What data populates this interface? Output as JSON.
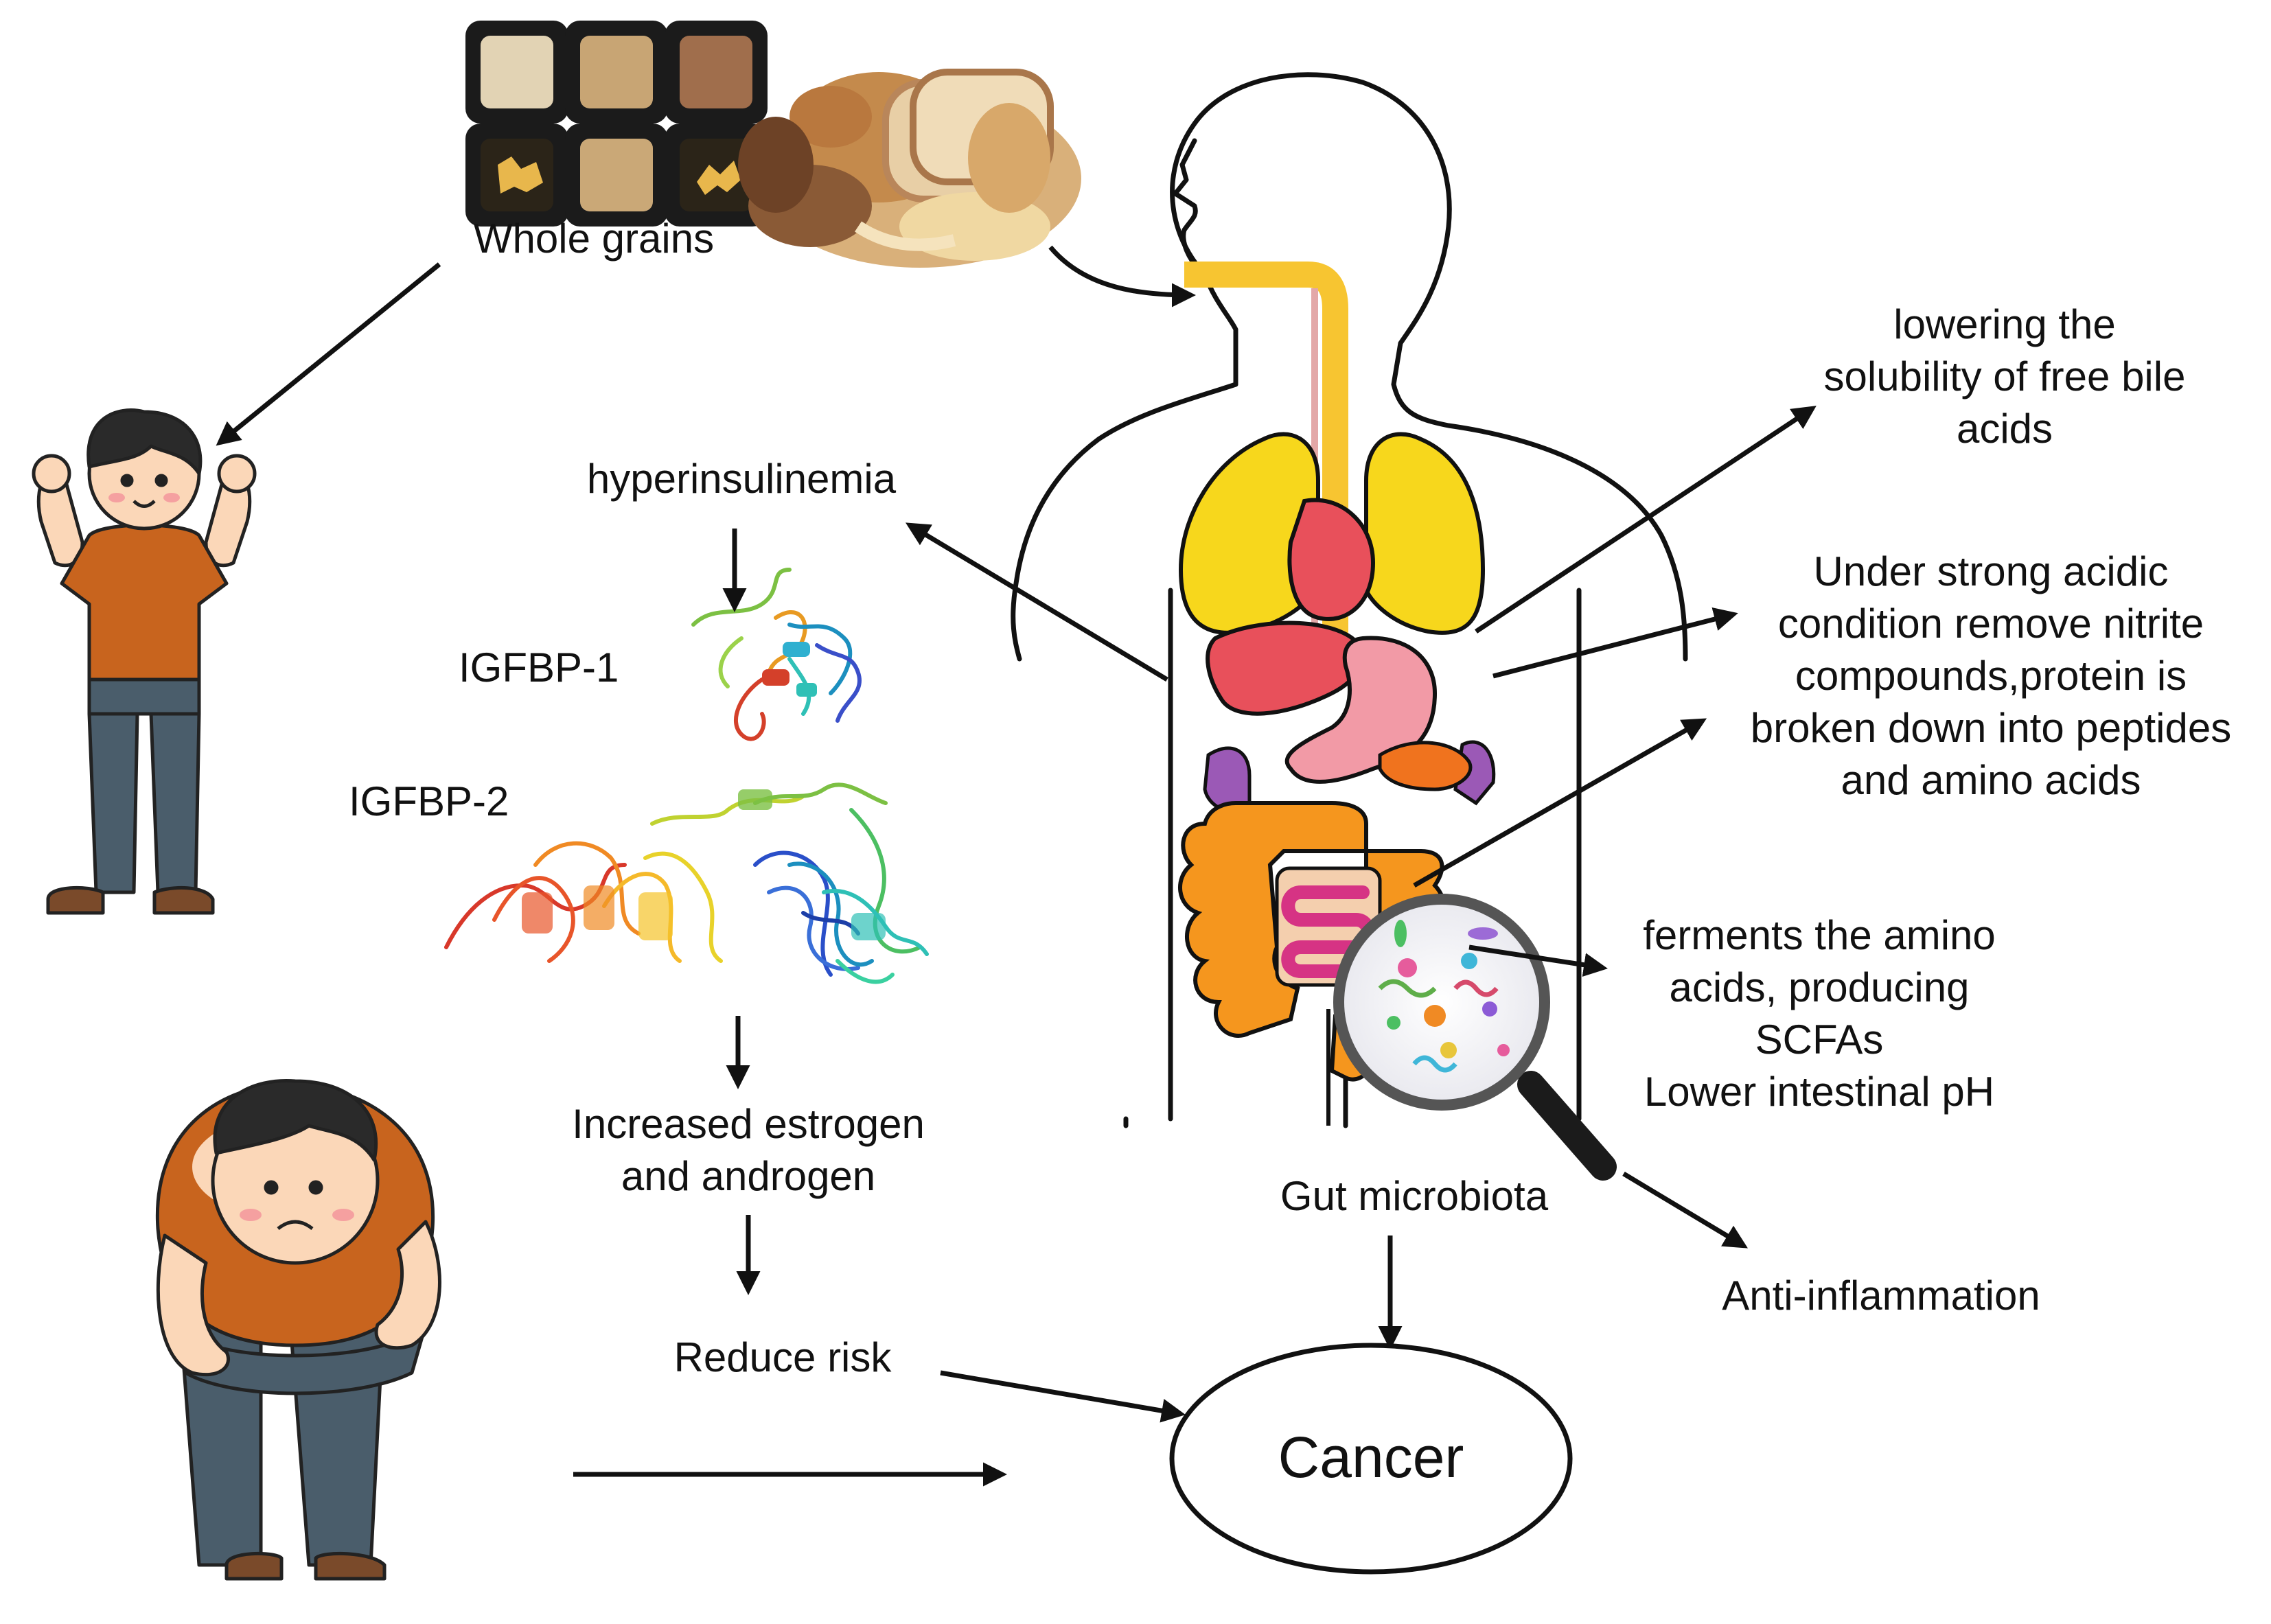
{
  "labels": {
    "whole_grains": "Whole grains",
    "hyperinsulinemia": "hyperinsulinemia",
    "igfbp1": "IGFBP-1",
    "igfbp2": "IGFBP-2",
    "increased_hormones": "Increased estrogen\nand androgen",
    "reduce_risk": "Reduce risk",
    "cancer": "Cancer",
    "gut_microbiota": "Gut microbiota",
    "bile_acids": "lowering the\nsolubility of free bile\nacids",
    "acidic_condition": "Under strong acidic\ncondition remove nitrite\ncompounds,protein is\nbroken down into peptides\nand amino acids",
    "ferments": "ferments the amino\nacids, producing\nSCFAs\nLower intestinal pH",
    "anti_inflammation": "Anti-inflammation"
  },
  "colors": {
    "lungs": "#f7d71c",
    "heart": "#e8505b",
    "liver": "#e8505b",
    "stomach": "#f29aa6",
    "large_intestine": "#f5961e",
    "small_intestine": "#d63384",
    "esophagus": "#f7c531",
    "spleen": "#9b59b6",
    "shirt": "#c8641e",
    "pants": "#4a5d6b",
    "skin": "#fbd7b8"
  }
}
